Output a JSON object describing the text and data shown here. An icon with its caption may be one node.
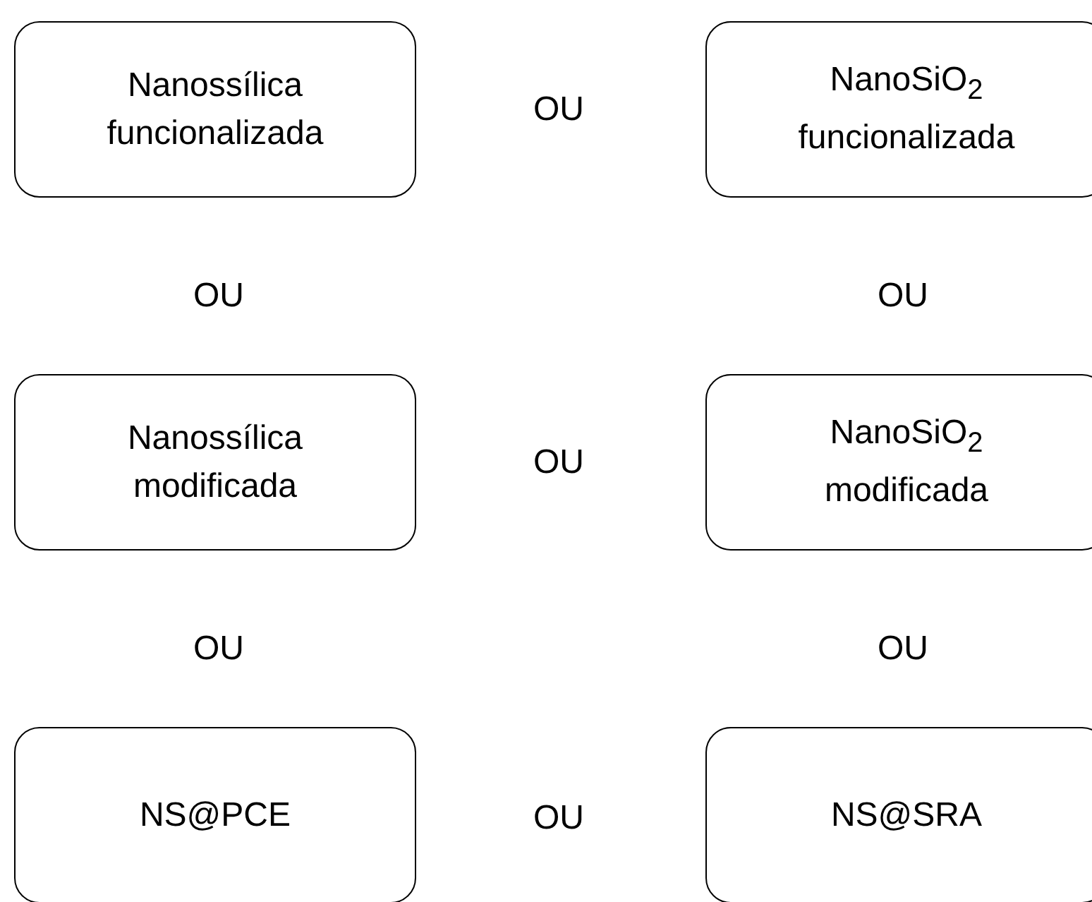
{
  "diagram": {
    "nodes": [
      {
        "text": [
          "Nanossílica funcionalizada"
        ]
      },
      {
        "text": [
          "NanoSiO$_{2}$ funcionalizada"
        ]
      },
      {
        "text": [
          "Nanossílica modificada"
        ]
      },
      {
        "text": [
          "NanoSiO$_{2}$ modificada"
        ]
      },
      {
        "text": [
          "NS@PCE"
        ]
      },
      {
        "text": [
          "NS@SRA"
        ]
      }
    ],
    "edges": [],
    "labels": [
      "OU",
      "OU",
      "OU",
      "OU",
      "OU",
      "OU",
      "OU"
    ]
  }
}
